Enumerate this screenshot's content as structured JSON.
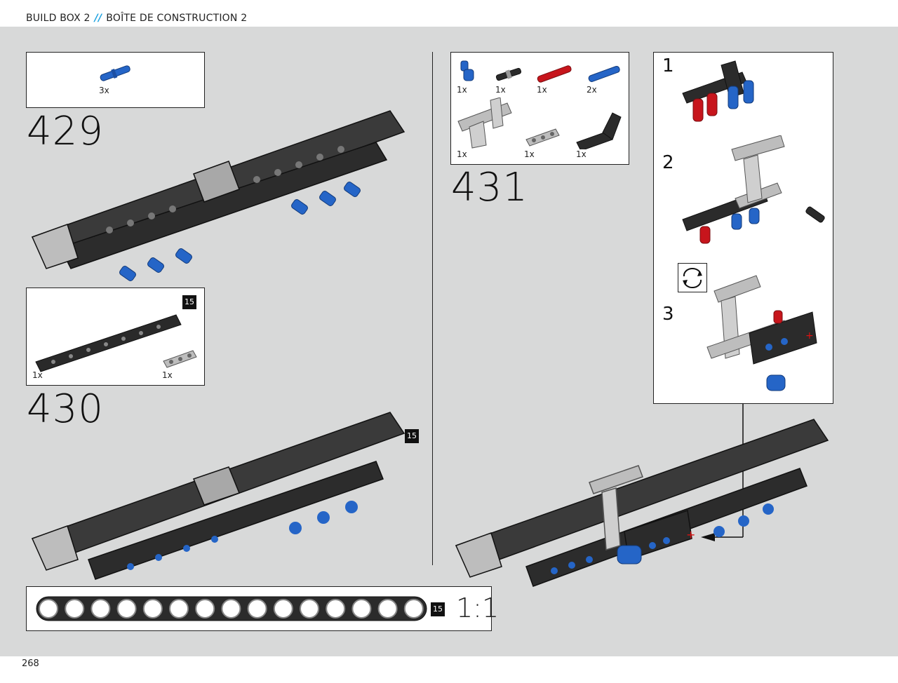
{
  "header": {
    "left": "BUILD BOX 2",
    "separator": "//",
    "right": "BOÎTE DE CONSTRUCTION 2"
  },
  "footer": {
    "page_number": "268"
  },
  "steps": [
    {
      "number": "429",
      "parts": [
        {
          "qty": "3x",
          "part": "blue-pin"
        }
      ]
    },
    {
      "number": "430",
      "parts": [
        {
          "qty": "1x",
          "part": "beam-15"
        },
        {
          "qty": "1x",
          "part": "beam-3"
        }
      ],
      "length_badge": "15"
    },
    {
      "number": "431",
      "parts": [
        {
          "qty": "1x",
          "part": "blue-angle-connector"
        },
        {
          "qty": "1x",
          "part": "black-axle-pin"
        },
        {
          "qty": "1x",
          "part": "red-axle"
        },
        {
          "qty": "2x",
          "part": "blue-pin"
        },
        {
          "qty": "1x",
          "part": "h-frame"
        },
        {
          "qty": "1x",
          "part": "beam-3"
        },
        {
          "qty": "1x",
          "part": "angled-beam"
        }
      ],
      "substeps": [
        "1",
        "2",
        "3"
      ],
      "rotate_icon": "rotate-arrows-icon"
    }
  ],
  "model_badge": "15",
  "ruler": {
    "badge": "15",
    "scale": "1:1"
  }
}
